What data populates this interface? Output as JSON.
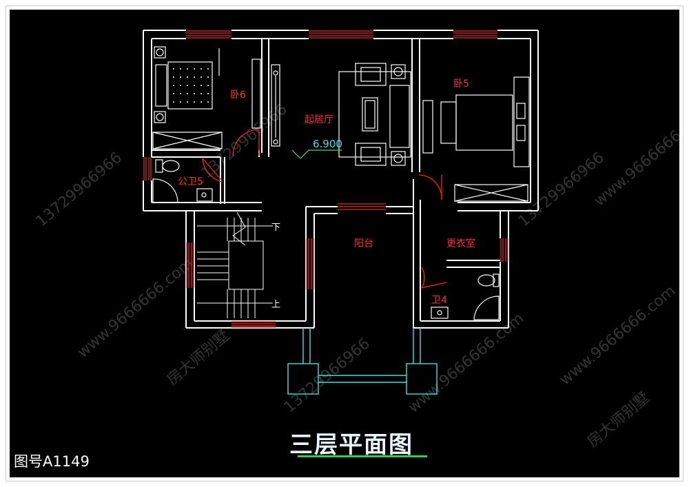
{
  "plan_title": "三层平面图",
  "drawing_number": "图号A1149",
  "rooms": {
    "bedroom_6": "卧6",
    "bedroom_5": "卧5",
    "living_room": "起居厅",
    "public_bath_5": "公卫5",
    "balcony": "阳台",
    "dressing_room": "更衣室",
    "bath_4": "卫4"
  },
  "elevation": "6.900",
  "stairs": {
    "down": "下",
    "up": "上"
  },
  "watermark": {
    "phone": "13729966966",
    "site": "www.9666666.com",
    "brand": "房大师别墅"
  },
  "colors": {
    "wall": "#ffffff",
    "window": "#e03030",
    "door": "#ff2020",
    "label": "#ff3030",
    "column": "#40e0e0",
    "title_underline": "#2fd24a"
  }
}
